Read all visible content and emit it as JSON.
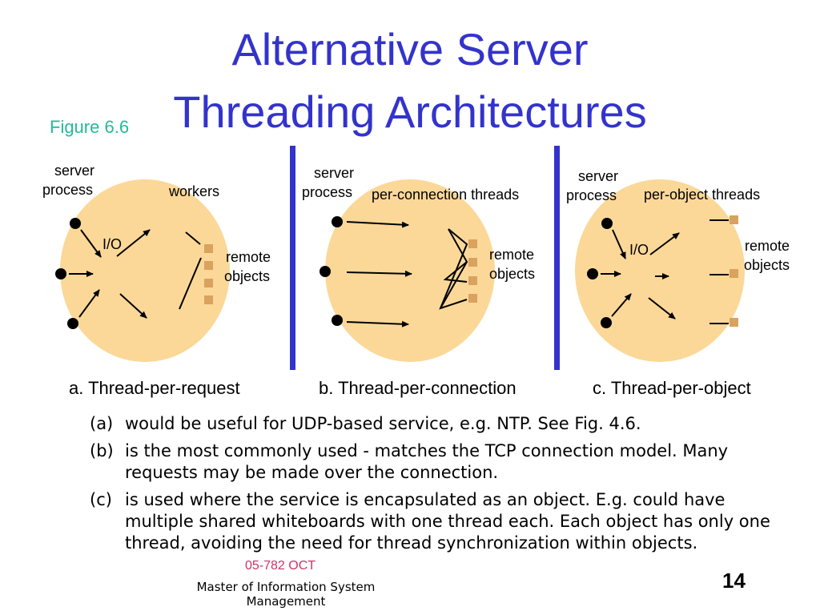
{
  "title": {
    "line1": "Alternative Server",
    "line2": "Threading Architectures"
  },
  "figure_label": "Figure 6.6",
  "panels": [
    {
      "caption": "a. Thread-per-request",
      "labels": {
        "server": "server",
        "process": "process",
        "threads": "workers",
        "io": "I/O",
        "remote1": "remote",
        "remote2": "objects"
      }
    },
    {
      "caption": "b. Thread-per-connection",
      "labels": {
        "server": "server",
        "process": "process",
        "threads": "per-connection threads",
        "remote1": "remote",
        "remote2": "objects"
      }
    },
    {
      "caption": "c. Thread-per-object",
      "labels": {
        "server": "server",
        "process": "process",
        "threads": "per-object threads",
        "io": "I/O",
        "remote1": "remote",
        "remote2": "objects"
      }
    }
  ],
  "notes": [
    {
      "tag": "(a)",
      "text": "would be useful for UDP-based service, e.g. NTP. See Fig. 4.6."
    },
    {
      "tag": "(b)",
      "text": "is the most commonly used - matches the TCP connection model. Many requests may be made over the connection."
    },
    {
      "tag": "(c)",
      "text": "is used where the service is encapsulated as an object. E.g. could have multiple shared whiteboards with one thread each. Each object has only one thread, avoiding the need for thread synchronization within objects."
    }
  ],
  "footer": {
    "date": "05-782 OCT",
    "org": "Master of Information System Management"
  },
  "page_number": "14",
  "colors": {
    "title": "#3333cc",
    "figure_label": "#22bb99",
    "process_fill": "#fbd898",
    "object_fill": "#d9a25e",
    "divider": "#3333cc",
    "footer_date": "#cc3366"
  }
}
